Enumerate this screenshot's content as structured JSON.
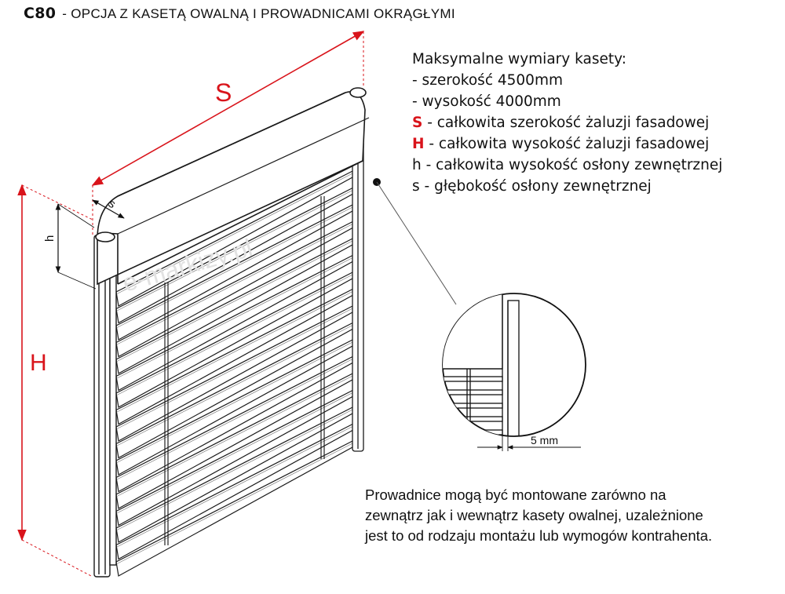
{
  "header": {
    "code": "C80",
    "subtitle": "- OPCJA Z KASETĄ OWALNĄ I PROWADNICAMI OKRĄGŁYMI"
  },
  "specs": {
    "heading": "Maksymalne wymiary kasety:",
    "width_line": "- szerokość 4500mm",
    "height_line": "- wysokość 4000mm",
    "legend": [
      {
        "key": "S",
        "text": " - całkowita szerokość żaluzji fasadowej"
      },
      {
        "key": "H",
        "text": " - całkowita wysokość żaluzji fasadowej"
      },
      {
        "key": "h",
        "text": " - całkowita wysokość osłony zewnętrznej"
      },
      {
        "key": "s",
        "text": " - głębokość osłony zewnętrznej"
      }
    ]
  },
  "drawing": {
    "label_S": "S",
    "label_H": "H",
    "label_h": "h",
    "label_s": "s",
    "detail_dimension": "5 mm",
    "watermark": "e-markizy.pl"
  },
  "note": {
    "lines": [
      "Prowadnice mogą być montowane zarówno na",
      "zewnątrz jak i wewnątrz kasety owalnej, uzależnione",
      "jest to od rodzaju montażu lub wymogów kontrahenta."
    ]
  },
  "colors": {
    "dimension_red": "#d9141b",
    "line": "#1a1a1a"
  }
}
